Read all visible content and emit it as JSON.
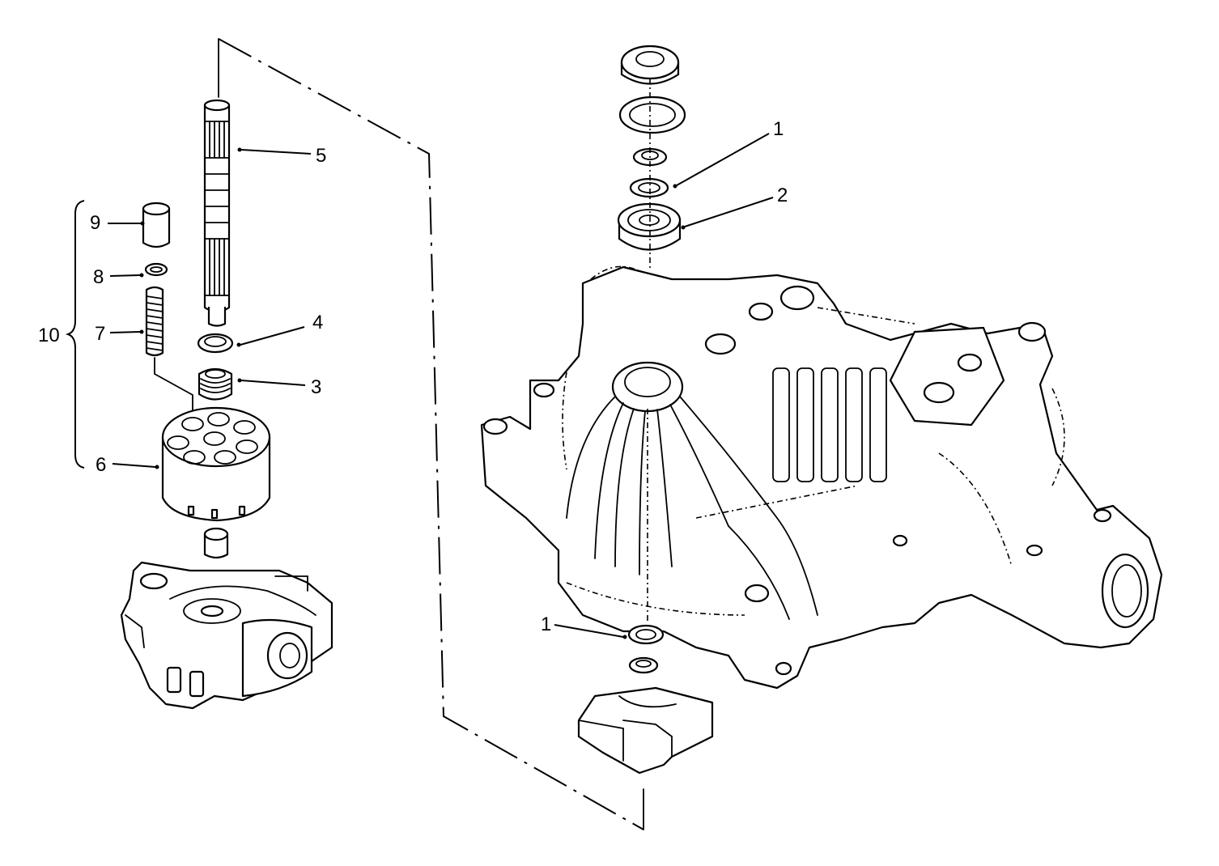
{
  "callouts": {
    "c1_top": "1",
    "c2": "2",
    "c5": "5",
    "c4": "4",
    "c3": "3",
    "c9": "9",
    "c8": "8",
    "c7": "7",
    "c10": "10",
    "c6": "6",
    "c1_bottom": "1"
  }
}
